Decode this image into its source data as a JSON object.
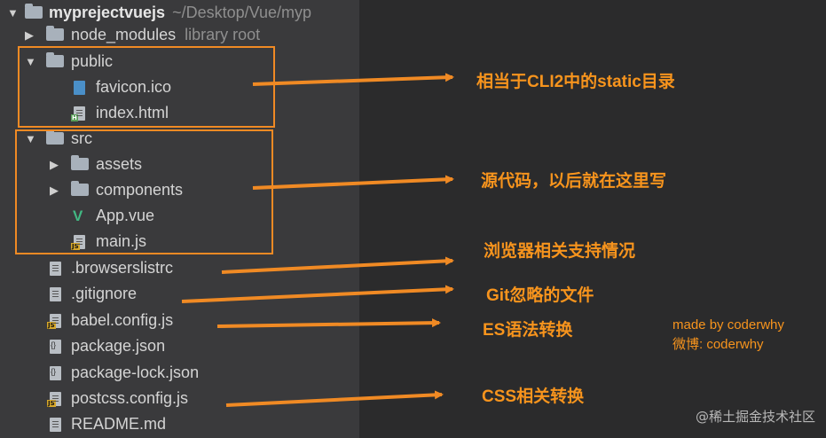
{
  "tree": {
    "root": {
      "name": "myprejectvuejs",
      "path": "~/Desktop/Vue/myp"
    },
    "node_modules": {
      "name": "node_modules",
      "tag": "library root"
    },
    "public": {
      "name": "public",
      "children": [
        "favicon.ico",
        "index.html"
      ]
    },
    "src": {
      "name": "src",
      "children": [
        "assets",
        "components",
        "App.vue",
        "main.js"
      ]
    },
    "files": [
      ".browserslistrc",
      ".gitignore",
      "babel.config.js",
      "package.json",
      "package-lock.json",
      "postcss.config.js",
      "README.md"
    ]
  },
  "annotations": {
    "public": "相当于CLI2中的static目录",
    "src": "源代码，以后就在这里写",
    "browserslist": "浏览器相关支持情况",
    "gitignore": "Git忽略的文件",
    "babel": "ES语法转换",
    "postcss": "CSS相关转换"
  },
  "credit": {
    "line1": "made by coderwhy",
    "line2": "微博: coderwhy"
  },
  "watermark": "@稀土掘金技术社区",
  "colors": {
    "accent": "#f08a24",
    "panel": "#3a3a3c",
    "background": "#2b2b2c",
    "vue": "#42b883"
  }
}
